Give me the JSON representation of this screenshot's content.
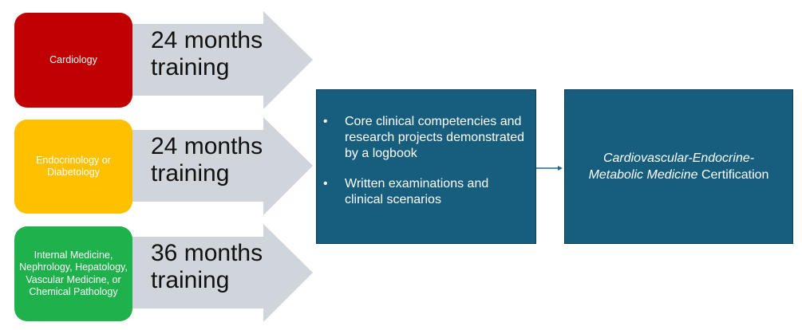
{
  "pathways": [
    {
      "specialty": "Cardiology",
      "color": "#c00000",
      "duration_line1": "24 months",
      "duration_line2": "training"
    },
    {
      "specialty": "Endocrinology or Diabetology",
      "color": "#ffc000",
      "duration_line1": "24 months",
      "duration_line2": "training"
    },
    {
      "specialty": "Internal Medicine, Nephrology, Hepatology, Vascular Medicine, or Chemical Pathology",
      "color": "#1fb14b",
      "duration_line1": "36 months",
      "duration_line2": "training"
    }
  ],
  "arrow_color": "#d0d5dc",
  "requirements": {
    "bullet": "•",
    "items": [
      "Core clinical competencies and research projects demonstrated by a logbook",
      "Written examinations and clinical scenarios"
    ]
  },
  "certification": {
    "italic_part": "Cardiovascular-Endocrine-Metabolic Medicine",
    "plain_part": " Certification"
  },
  "box_color": "#175e7e"
}
